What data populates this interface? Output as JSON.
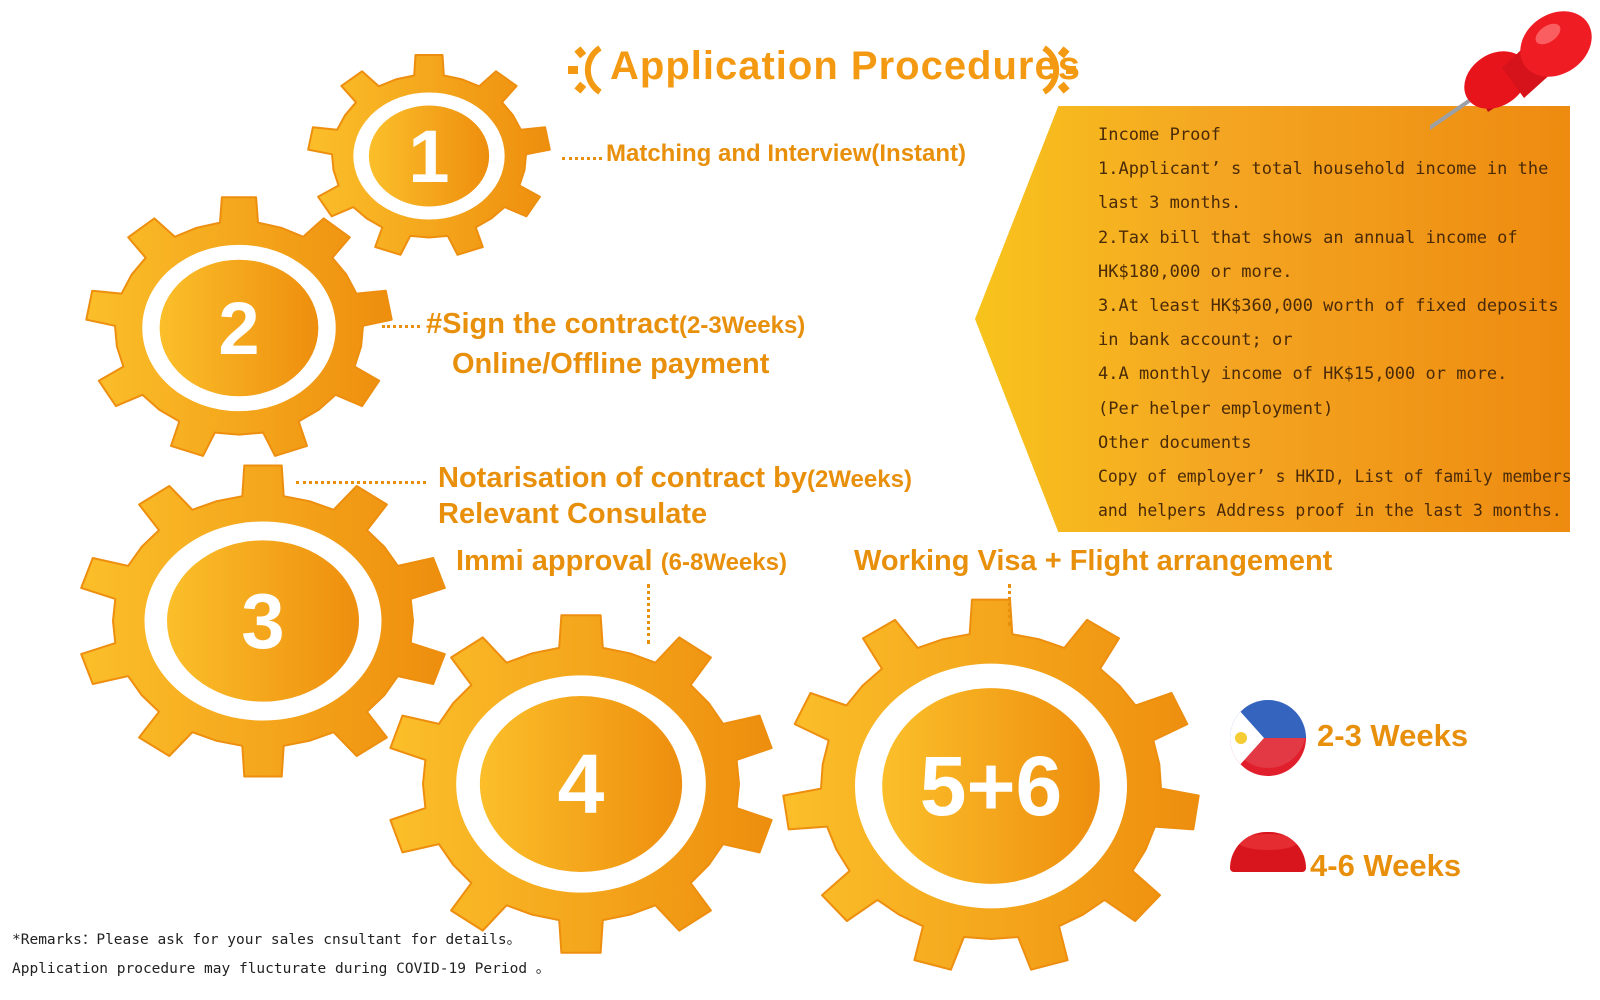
{
  "title": "Application Procedures",
  "steps": {
    "s1": {
      "number": "1",
      "label": "Matching and Interview(Instant)"
    },
    "s2": {
      "number": "2",
      "label_line1": "#Sign the contract",
      "duration": "(2-3Weeks)",
      "label_line2": "Online/Offline payment"
    },
    "s3": {
      "number": "3",
      "label_line1": "Notarisation of contract by",
      "duration": "(2Weeks)",
      "label_line2": "Relevant Consulate"
    },
    "s4": {
      "number": "4",
      "label": "Immi approval",
      "duration": "(6-8Weeks)"
    },
    "s56": {
      "number": "5+6",
      "label": "Working Visa + Flight arrangement"
    }
  },
  "panel": {
    "lines": [
      "Income Proof",
      "1.Applicant’ s total household income in the",
      "last 3 months.",
      "2.Tax bill that shows an annual income of",
      "HK$180,000 or more.",
      "3.At least HK$360,000 worth of fixed deposits",
      "in bank account; or",
      "4.A monthly income of HK$15,000 or more.",
      "(Per helper employment)",
      "Other documents",
      "Copy of employer’ s HKID, List of family members",
      " and helpers Address proof in the last 3 months."
    ]
  },
  "durations": {
    "philippines": "2-3 Weeks",
    "indonesia": "4-6 Weeks"
  },
  "remarks": {
    "line1": "*Remarks：Please ask for your sales cnsultant for details。",
    "line2": "Application procedure may flucturate during COVID-19 Period 。"
  },
  "icons": {
    "pin": "pushpin-icon",
    "ph_flag": "philippines-flag-icon",
    "id_flag": "indonesia-flag-icon"
  },
  "colors": {
    "accent": "#e8900c",
    "gear_light": "#fbbf2a",
    "gear_dark": "#ee8e0e",
    "pin_red": "#e8141c"
  }
}
